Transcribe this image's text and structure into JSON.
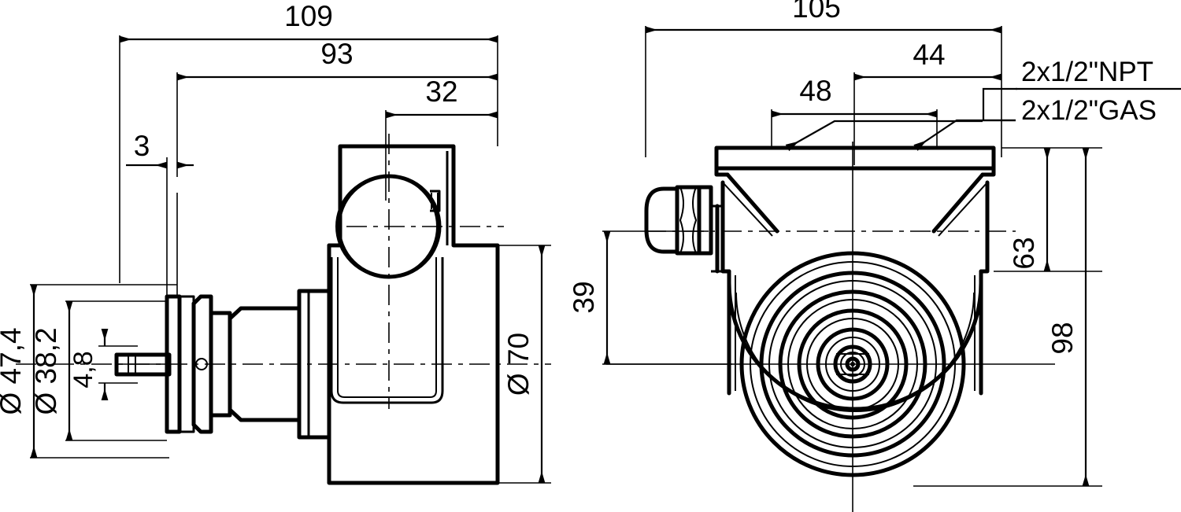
{
  "drawing": {
    "title": "Dimensional drawing - two orthographic views",
    "line_color": "#000000",
    "background": "#ffffff",
    "views": [
      {
        "name": "side-section-view",
        "position": "left"
      },
      {
        "name": "front-view",
        "position": "right"
      }
    ],
    "dimensions": {
      "left_view": {
        "overall_length": "109",
        "body_length": "93",
        "boss_offset": "32",
        "flange_thickness": "3",
        "flange_diameter": "Ø 47,4",
        "pilot_diameter": "Ø 38,2",
        "shaft_flat": "4,8",
        "body_diameter": "Ø 70"
      },
      "right_view": {
        "overall_width": "105",
        "port_right_offset": "44",
        "port_left_offset": "48",
        "center_height": "39",
        "upper_height": "63",
        "overall_height": "98"
      }
    },
    "notes": {
      "npt": "2x1/2\"NPT",
      "gas": "2x1/2\"GAS"
    }
  }
}
